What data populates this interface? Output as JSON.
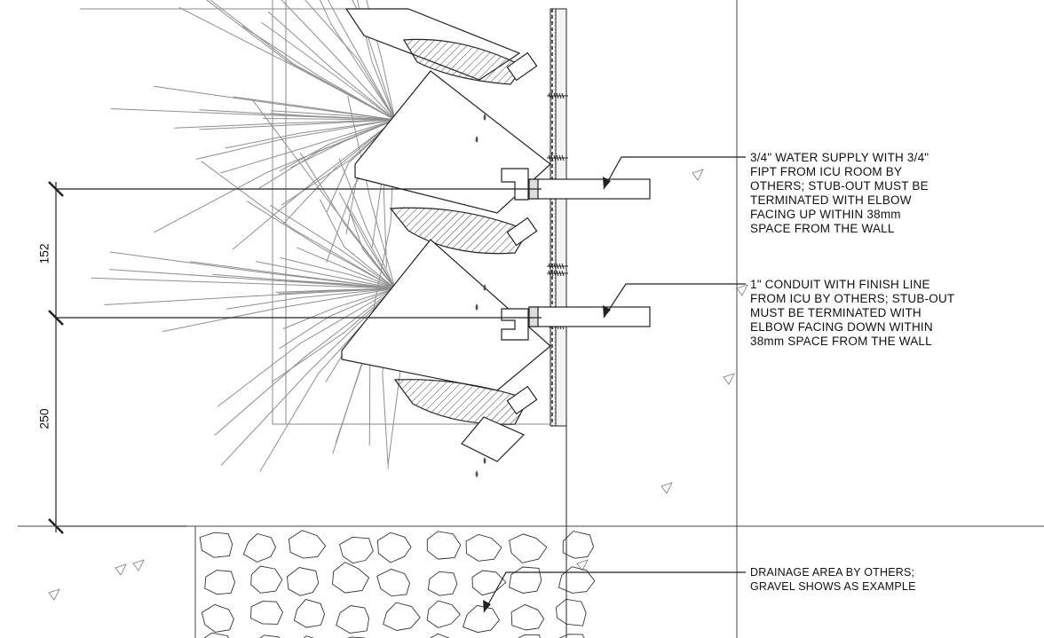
{
  "colors": {
    "line": "#222222",
    "plant": "#8f8f8f",
    "hatch": "#444444",
    "background": "#ffffff"
  },
  "dimensions": {
    "upper": "152",
    "lower": "250"
  },
  "notes": {
    "water_supply": [
      "3/4\" WATER SUPPLY WITH 3/4\"",
      "FIPT FROM ICU ROOM BY",
      "OTHERS; STUB-OUT MUST BE",
      "TERMINATED WITH ELBOW",
      "FACING UP WITHIN 38mm",
      "SPACE FROM THE WALL"
    ],
    "conduit": [
      "1\" CONDUIT WITH FINISH LINE",
      "FROM ICU BY OTHERS; STUB-OUT",
      "MUST BE TERMINATED WITH",
      "ELBOW FACING DOWN WITHIN",
      "38mm SPACE FROM THE WALL"
    ],
    "drainage": [
      "DRAINAGE AREA BY OTHERS;",
      "GRAVEL SHOWS AS EXAMPLE"
    ]
  }
}
